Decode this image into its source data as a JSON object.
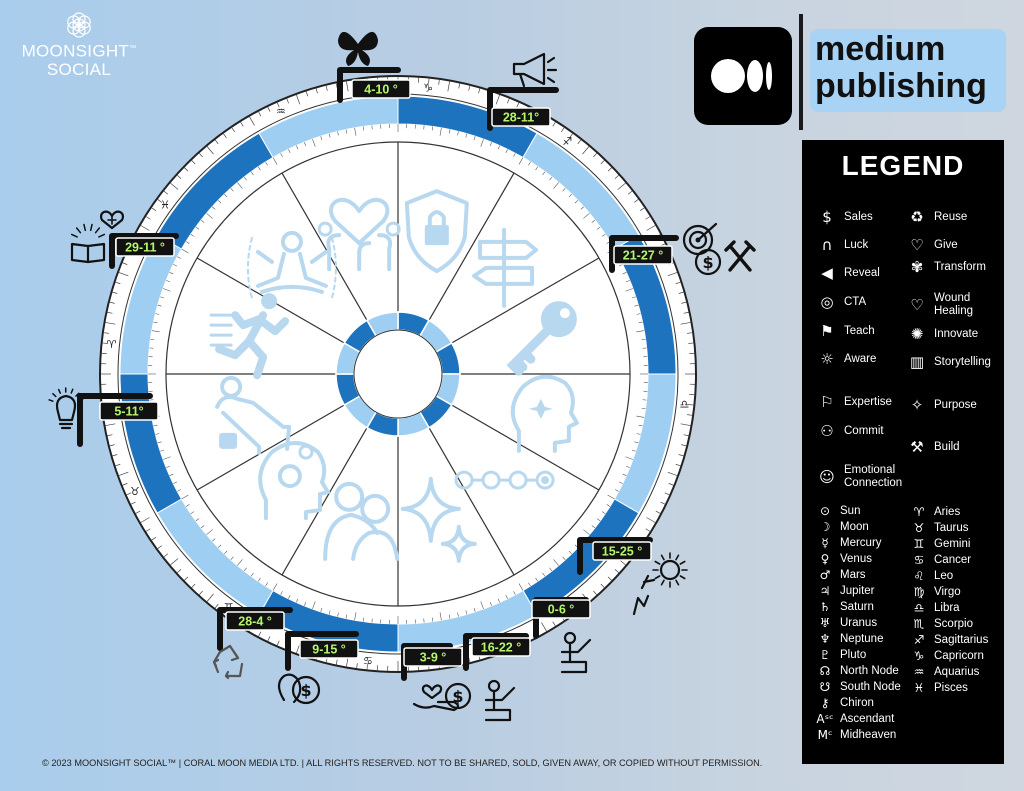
{
  "brand": {
    "line1": "MOONSIGHT",
    "line2": "SOCIAL",
    "tm": "™"
  },
  "publication": {
    "line1": "medium",
    "line2": "publishing"
  },
  "chart_data": {
    "type": "astrology-wheel",
    "houses": 12,
    "placements": [
      {
        "label": "4-10 °",
        "icon": "butterfly-icon"
      },
      {
        "label": "28-11°",
        "icon": "megaphone-icon"
      },
      {
        "label": "21-27 °",
        "icon": "target-icon"
      },
      {
        "label": "15-25 °",
        "icon": "sun-outline-icon"
      },
      {
        "label": "0-6 °",
        "icon": "teach-icon"
      },
      {
        "label": "16-22 °",
        "icon": "teach-icon"
      },
      {
        "label": "3-9 °",
        "icon": "give-icon"
      },
      {
        "label": "9-15 °",
        "icon": "dollar-icon"
      },
      {
        "label": "28-4 °",
        "icon": "reuse-icon"
      },
      {
        "label": "5-11°",
        "icon": "innovate-icon"
      },
      {
        "label": "29-11 °",
        "icon": "storytelling-icon"
      }
    ],
    "house_icons": [
      "shield-lock-icon",
      "signpost-icon",
      "key-icon",
      "mind-icon",
      "progress-steps-icon",
      "sparkles-icon",
      "hug-icon",
      "head-gears-icon",
      "relax-money-icon",
      "running-icon",
      "meditation-icon",
      "heart-people-icon"
    ]
  },
  "legend": {
    "title": "LEGEND",
    "items": [
      {
        "label": "Sales",
        "icon": "dollar-icon",
        "glyph": "$"
      },
      {
        "label": "Reuse",
        "icon": "reuse-icon",
        "glyph": "♻"
      },
      {
        "label": "Luck",
        "icon": "horseshoe-icon",
        "glyph": "∩"
      },
      {
        "label": "Give",
        "icon": "give-icon",
        "glyph": "♡"
      },
      {
        "label": "Reveal",
        "icon": "megaphone-icon",
        "glyph": "◀"
      },
      {
        "label": "Transform",
        "icon": "butterfly-icon",
        "glyph": "✾"
      },
      {
        "label": "CTA",
        "icon": "target-icon",
        "glyph": "◎"
      },
      {
        "label": "Wound",
        "label2": "Healing",
        "icon": "heart-heal-icon",
        "glyph": "♡"
      },
      {
        "label": "Teach",
        "icon": "teach-icon",
        "glyph": "⚑"
      },
      {
        "label": "Innovate",
        "icon": "innovate-icon",
        "glyph": "✺"
      },
      {
        "label": "Aware",
        "icon": "aware-icon",
        "glyph": "☼"
      },
      {
        "label": "Storytelling",
        "icon": "storytelling-icon",
        "glyph": "▥"
      },
      {
        "label": "Expertise",
        "icon": "expertise-icon",
        "glyph": "⚐"
      },
      {
        "label": "Purpose",
        "icon": "purpose-icon",
        "glyph": "✧"
      },
      {
        "label": "Commit",
        "icon": "commit-icon",
        "glyph": "⚇"
      },
      {
        "label": "Build",
        "icon": "build-icon",
        "glyph": "⚒"
      },
      {
        "label": "Emotional",
        "label2": "Connection",
        "icon": "emotional-connection-icon",
        "glyph": "☺"
      }
    ],
    "planets": [
      {
        "g": "⊙",
        "label": "Sun"
      },
      {
        "g": "☽",
        "label": "Moon"
      },
      {
        "g": "☿",
        "label": "Mercury"
      },
      {
        "g": "♀",
        "label": "Venus"
      },
      {
        "g": "♂",
        "label": "Mars"
      },
      {
        "g": "♃",
        "label": "Jupiter"
      },
      {
        "g": "♄",
        "label": "Saturn"
      },
      {
        "g": "♅",
        "label": "Uranus"
      },
      {
        "g": "♆",
        "label": "Neptune"
      },
      {
        "g": "♇",
        "label": "Pluto"
      },
      {
        "g": "☊",
        "label": "North Node"
      },
      {
        "g": "☋",
        "label": "South Node"
      },
      {
        "g": "⚷",
        "label": "Chiron"
      },
      {
        "g": "Aˢᶜ",
        "label": "Ascendant"
      },
      {
        "g": "Mᶜ",
        "label": "Midheaven"
      }
    ],
    "signs": [
      {
        "g": "♈",
        "label": "Aries"
      },
      {
        "g": "♉",
        "label": "Taurus"
      },
      {
        "g": "♊",
        "label": "Gemini"
      },
      {
        "g": "♋",
        "label": "Cancer"
      },
      {
        "g": "♌",
        "label": "Leo"
      },
      {
        "g": "♍",
        "label": "Virgo"
      },
      {
        "g": "♎",
        "label": "Libra"
      },
      {
        "g": "♏",
        "label": "Scorpio"
      },
      {
        "g": "♐",
        "label": "Sagittarius"
      },
      {
        "g": "♑",
        "label": "Capricorn"
      },
      {
        "g": "♒",
        "label": "Aquarius"
      },
      {
        "g": "♓",
        "label": "Pisces"
      }
    ]
  },
  "footer": {
    "copyright": "© 2023 MOONSIGHT SOCIAL™ | CORAL MOON MEDIA LTD. | ALL RIGHTS RESERVED. NOT TO BE SHARED, SOLD, GIVEN AWAY, OR COPIED WITHOUT PERMISSION."
  },
  "colors": {
    "dark_blue": "#1e73be",
    "light_blue": "#9ecff2",
    "pale_icon": "#b8d8f0",
    "label_green": "#b5f56b",
    "label_bg": "#111111"
  }
}
